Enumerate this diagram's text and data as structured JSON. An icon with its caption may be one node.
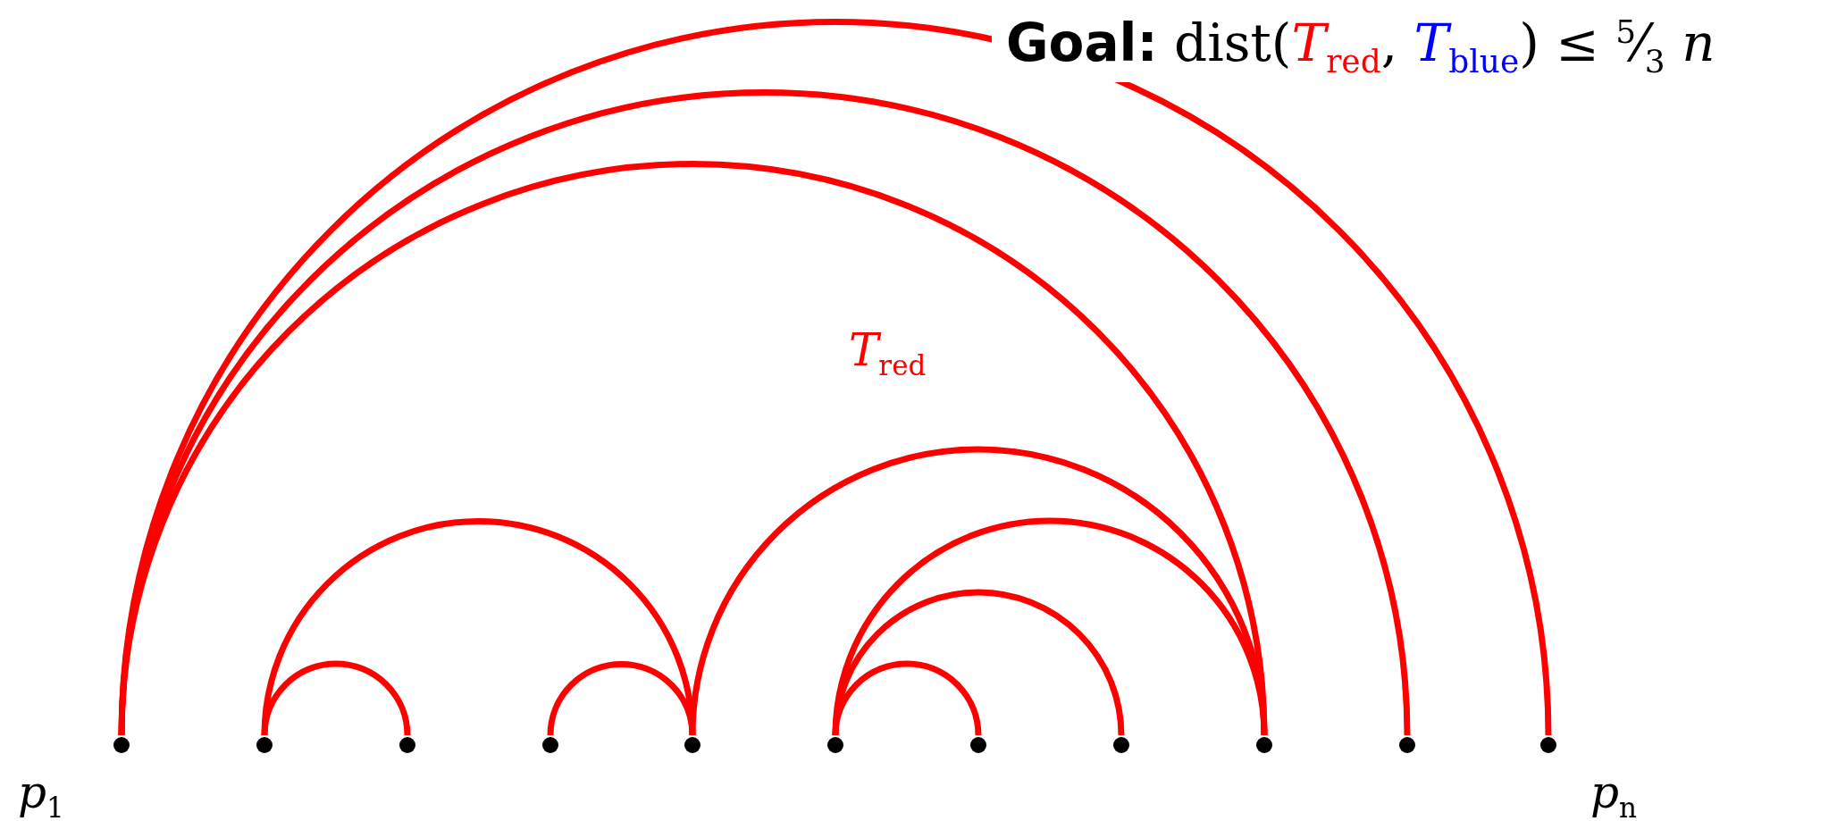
{
  "diagram": {
    "nodes": [
      {
        "text": [],
        "shape": "circle",
        "beside": [
          "*p*$_{1}$"
        ]
      },
      {
        "text": [],
        "shape": "circle"
      },
      {
        "text": [],
        "shape": "circle"
      },
      {
        "text": [],
        "shape": "circle"
      },
      {
        "text": [],
        "shape": "circle"
      },
      {
        "text": [],
        "shape": "circle"
      },
      {
        "text": [],
        "shape": "circle"
      },
      {
        "text": [],
        "shape": "circle"
      },
      {
        "text": [],
        "shape": "circle"
      },
      {
        "text": [],
        "shape": "circle"
      },
      {
        "text": [],
        "shape": "circle",
        "beside": [
          "*p*$_{n}$"
        ]
      }
    ],
    "edges": [
      {
        "from": 0,
        "to": 10,
        "arrow": "none"
      },
      {
        "from": 0,
        "to": 9,
        "arrow": "none"
      },
      {
        "from": 0,
        "to": 8,
        "arrow": "none"
      },
      {
        "from": 1,
        "to": 2,
        "arrow": "none"
      },
      {
        "from": 1,
        "to": 4,
        "arrow": "none"
      },
      {
        "from": 3,
        "to": 4,
        "arrow": "none"
      },
      {
        "from": 4,
        "to": 8,
        "arrow": "none"
      },
      {
        "from": 5,
        "to": 6,
        "arrow": "none"
      },
      {
        "from": 5,
        "to": 7,
        "arrow": "none"
      },
      {
        "from": 5,
        "to": 8,
        "arrow": "none"
      }
    ],
    "labels": [
      "**Goal:** dist(*T*$_{red}$, *T*$_{blue}$) ≤ $^{5}$⁄$_{3}$ *n*",
      "*T*$_{red}$"
    ]
  }
}
